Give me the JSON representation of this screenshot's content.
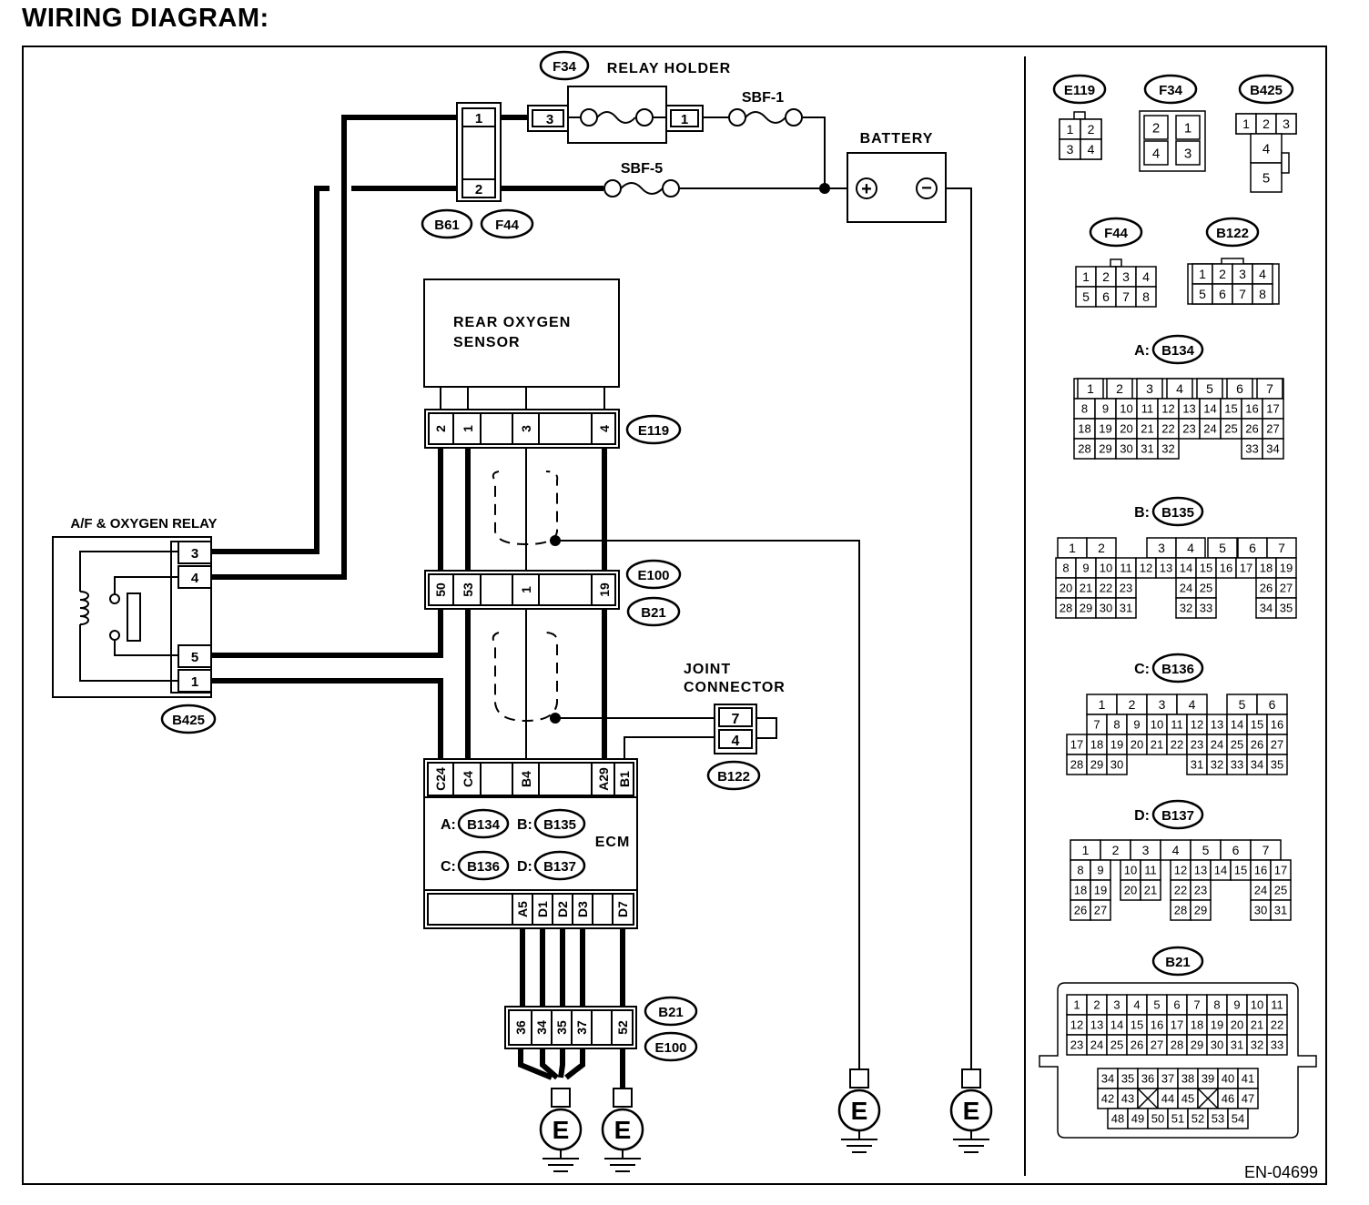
{
  "title": "WIRING DIAGRAM:",
  "doc_id": "EN-04699",
  "labels": {
    "relay_holder": "RELAY HOLDER",
    "sbf1": "SBF-1",
    "sbf5": "SBF-5",
    "battery": "BATTERY",
    "sensor_line1": "REAR OXYGEN",
    "sensor_line2": "SENSOR",
    "relay": "A/F & OXYGEN RELAY",
    "joint_line1": "JOINT",
    "joint_line2": "CONNECTOR",
    "ecm": "ECM",
    "ground": "E",
    "plus": "+",
    "minus": "−"
  },
  "connectors": {
    "F34": "F34",
    "B61": "B61",
    "F44": "F44",
    "E119": "E119",
    "E100": "E100",
    "B21": "B21",
    "B425": "B425",
    "B122": "B122",
    "B134": "B134",
    "B135": "B135",
    "B136": "B136",
    "B137": "B137"
  },
  "ecm_groups": {
    "A": "A:",
    "B": "B:",
    "C": "C:",
    "D": "D:"
  },
  "pins": {
    "f34_3": "3",
    "f34_1": "1",
    "b61_1": "1",
    "b61_2": "2",
    "e119": [
      "2",
      "1",
      "3",
      "4"
    ],
    "e100": [
      "50",
      "53",
      "1",
      "19"
    ],
    "relay": [
      "3",
      "4",
      "5",
      "1"
    ],
    "joint": [
      "7",
      "4"
    ],
    "ecm_top": [
      "C24",
      "C4",
      "B4",
      "A29",
      "B1"
    ],
    "ecm_bottom": [
      "A5",
      "D1",
      "D2",
      "D3",
      "D7"
    ],
    "b21_bottom": [
      "36",
      "34",
      "35",
      "37",
      "52"
    ]
  },
  "side_panel": {
    "e119_grid": [
      [
        "1",
        "2"
      ],
      [
        "3",
        "4"
      ]
    ],
    "f34_grid": [
      [
        "2",
        "1"
      ],
      [
        "4",
        "3"
      ]
    ],
    "b425_top": [
      "1",
      "2",
      "3"
    ],
    "b425_side": [
      "4",
      "5"
    ],
    "f44_grid": [
      [
        "1",
        "2",
        "3",
        "4"
      ],
      [
        "5",
        "6",
        "7",
        "8"
      ]
    ],
    "b122_grid": [
      [
        "1",
        "2",
        "3",
        "4"
      ],
      [
        "5",
        "6",
        "7",
        "8"
      ]
    ],
    "b134_prefix": "A:",
    "b134_rows": [
      [
        "1",
        "2",
        "3",
        "4",
        "5",
        "6",
        "7"
      ],
      [
        "8",
        "9",
        "10",
        "11",
        "12",
        "13",
        "14",
        "15",
        "16",
        "17"
      ],
      [
        "18",
        "19",
        "20",
        "21",
        "22",
        "23",
        "24",
        "25",
        "26",
        "27"
      ],
      [
        "28",
        "29",
        "30",
        "31",
        "32",
        "33",
        "34"
      ]
    ],
    "b135_prefix": "B:",
    "b135_rows": [
      [
        "1",
        "2",
        "3",
        "4",
        "5",
        "6",
        "7"
      ],
      [
        "8",
        "9",
        "10",
        "11",
        "12",
        "13",
        "14",
        "15",
        "16",
        "17",
        "18",
        "19"
      ],
      [
        "20",
        "21",
        "22",
        "23",
        "24",
        "25",
        "26",
        "27"
      ],
      [
        "28",
        "29",
        "30",
        "31",
        "32",
        "33",
        "34",
        "35"
      ]
    ],
    "b136_prefix": "C:",
    "b136_rows": [
      [
        "1",
        "2",
        "3",
        "4",
        "5",
        "6"
      ],
      [
        "7",
        "8",
        "9",
        "10",
        "11",
        "12",
        "13",
        "14",
        "15",
        "16"
      ],
      [
        "17",
        "18",
        "19",
        "20",
        "21",
        "22",
        "23",
        "24",
        "25",
        "26",
        "27"
      ],
      [
        "28",
        "29",
        "30",
        "31",
        "32",
        "33",
        "34",
        "35"
      ]
    ],
    "b137_prefix": "D:",
    "b137_rows": [
      [
        "1",
        "2",
        "3",
        "4",
        "5",
        "6",
        "7"
      ],
      [
        "8",
        "9",
        "10",
        "11",
        "12",
        "13",
        "14",
        "15",
        "16",
        "17"
      ],
      [
        "18",
        "19",
        "20",
        "21",
        "22",
        "23",
        "24",
        "25"
      ],
      [
        "26",
        "27",
        "28",
        "29",
        "30",
        "31"
      ]
    ],
    "b21_rows": [
      [
        "1",
        "2",
        "3",
        "4",
        "5",
        "6",
        "7",
        "8",
        "9",
        "10",
        "11"
      ],
      [
        "12",
        "13",
        "14",
        "15",
        "16",
        "17",
        "18",
        "19",
        "20",
        "21",
        "22"
      ],
      [
        "23",
        "24",
        "25",
        "26",
        "27",
        "28",
        "29",
        "30",
        "31",
        "32",
        "33"
      ],
      [
        "34",
        "35",
        "36",
        "37",
        "38",
        "39",
        "40",
        "41"
      ],
      [
        "42",
        "43",
        "44",
        "45",
        "46",
        "47"
      ],
      [
        "48",
        "49",
        "50",
        "51",
        "52",
        "53",
        "54"
      ]
    ]
  }
}
